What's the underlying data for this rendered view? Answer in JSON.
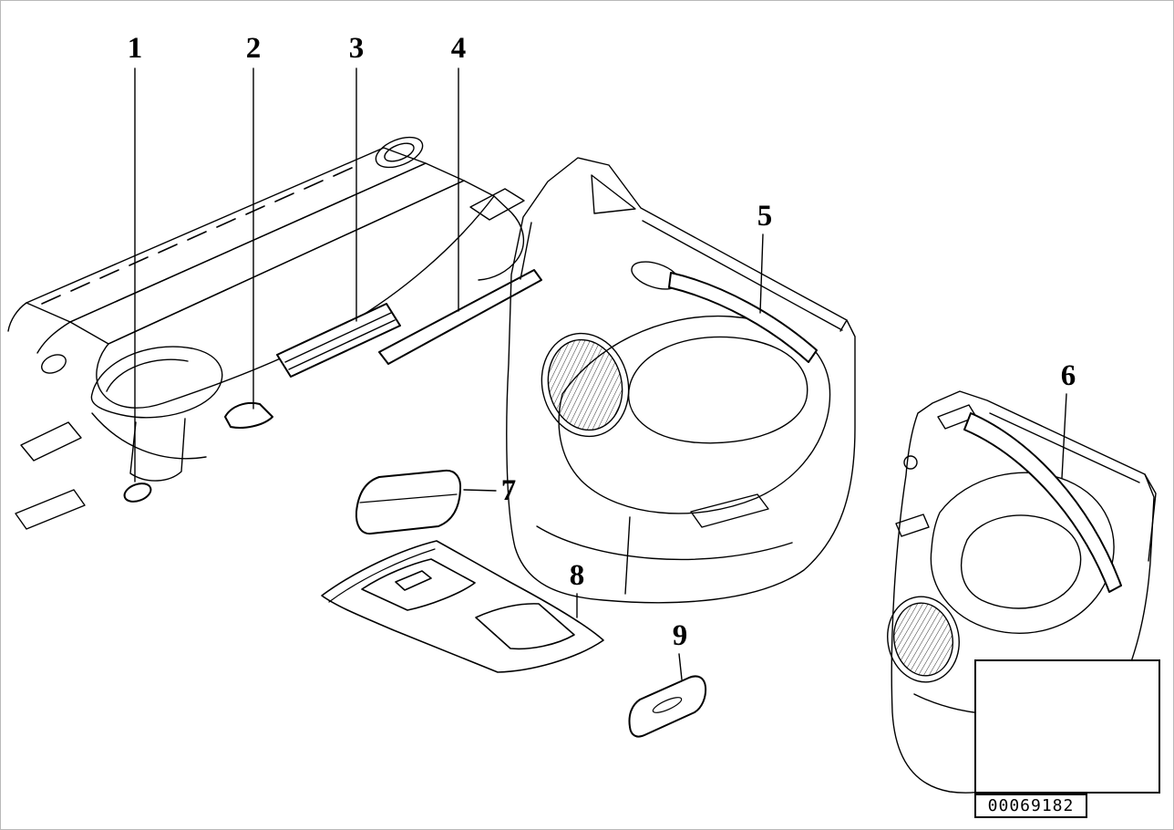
{
  "colors": {
    "background": "#ffffff",
    "line": "#000000"
  },
  "callouts": [
    {
      "label": "1"
    },
    {
      "label": "2"
    },
    {
      "label": "3"
    },
    {
      "label": "4"
    },
    {
      "label": "5"
    },
    {
      "label": "6"
    },
    {
      "label": "7"
    },
    {
      "label": "8"
    },
    {
      "label": "9"
    }
  ],
  "id_plate": {
    "number": "00069182"
  }
}
